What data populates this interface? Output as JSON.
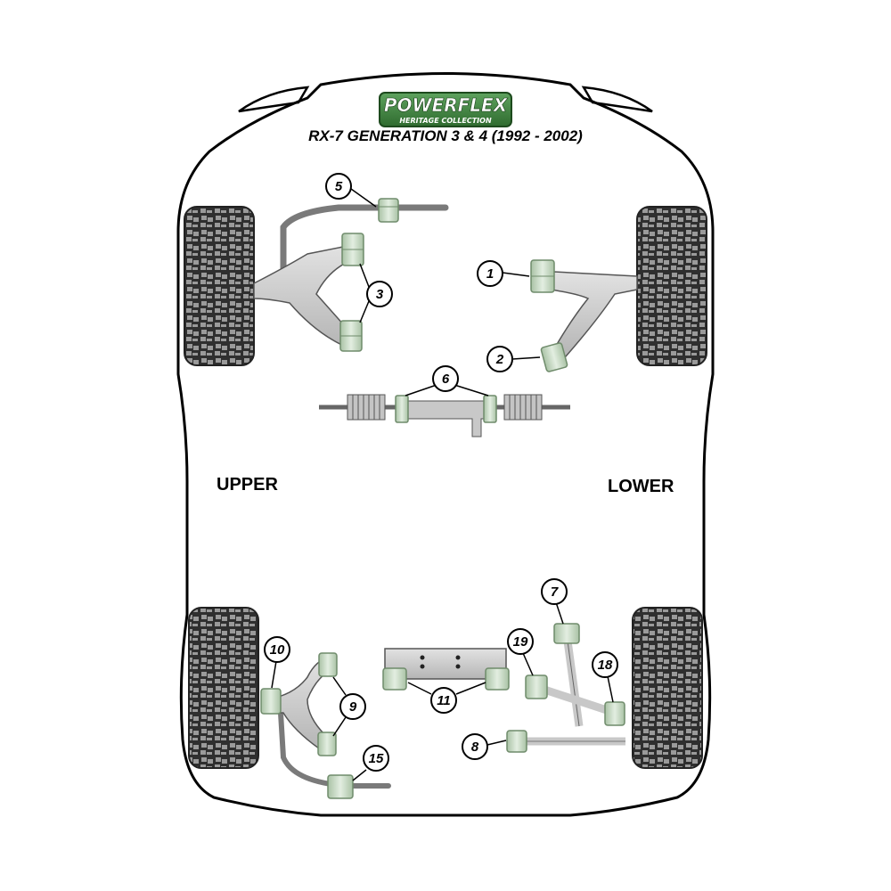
{
  "logo": {
    "brand": "POWERFLEX",
    "tagline": "HERITAGE COLLECTION"
  },
  "title": "RX-7 GENERATION 3 & 4 (1992 - 2002)",
  "labels": {
    "left": "UPPER",
    "right": "LOWER"
  },
  "callouts": {
    "c1": "1",
    "c2": "2",
    "c3": "3",
    "c5": "5",
    "c6": "6",
    "c7": "7",
    "c8": "8",
    "c9": "9",
    "c10": "10",
    "c11": "11",
    "c15": "15",
    "c18": "18",
    "c19": "19"
  },
  "colors": {
    "bushing": "#c9dcc6",
    "bushing_dark": "#9bb497",
    "arm": "#c8c8c8",
    "tyre": "#2e2e2e",
    "logo_green": "#3a7a3a"
  }
}
